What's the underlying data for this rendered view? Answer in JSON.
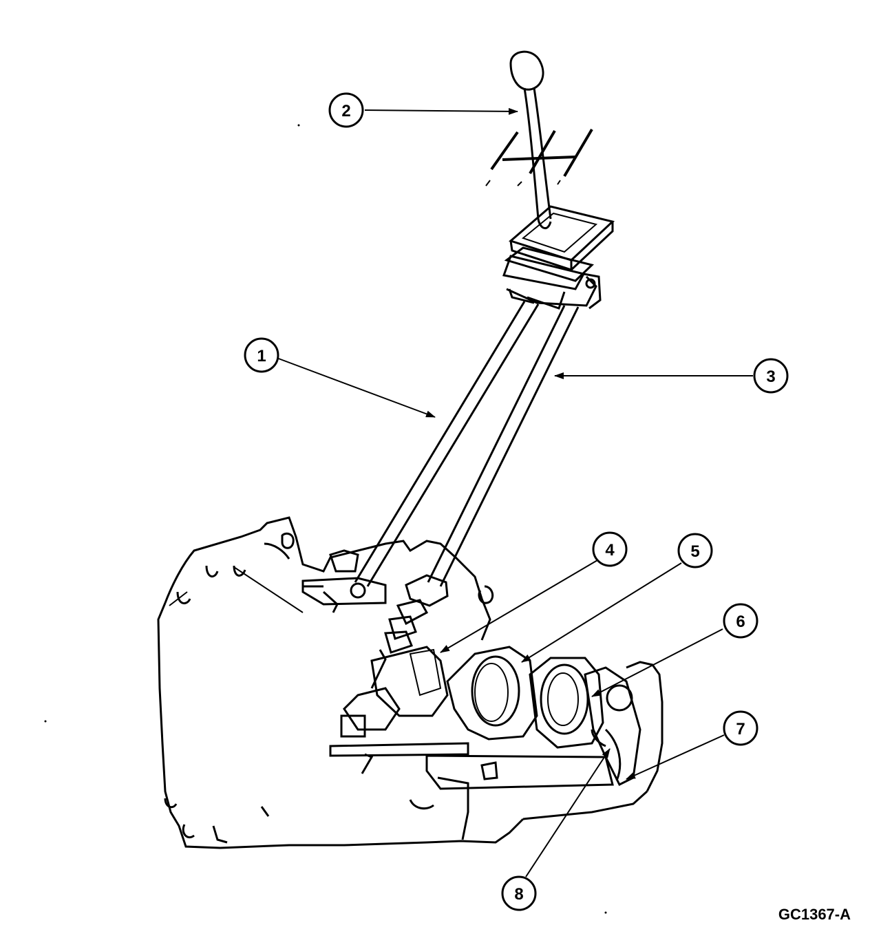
{
  "figure_id": "GC1367-A",
  "callouts": [
    {
      "label": "1"
    },
    {
      "label": "2"
    },
    {
      "label": "3"
    },
    {
      "label": "4"
    },
    {
      "label": "5"
    },
    {
      "label": "6"
    },
    {
      "label": "7"
    },
    {
      "label": "8"
    }
  ]
}
